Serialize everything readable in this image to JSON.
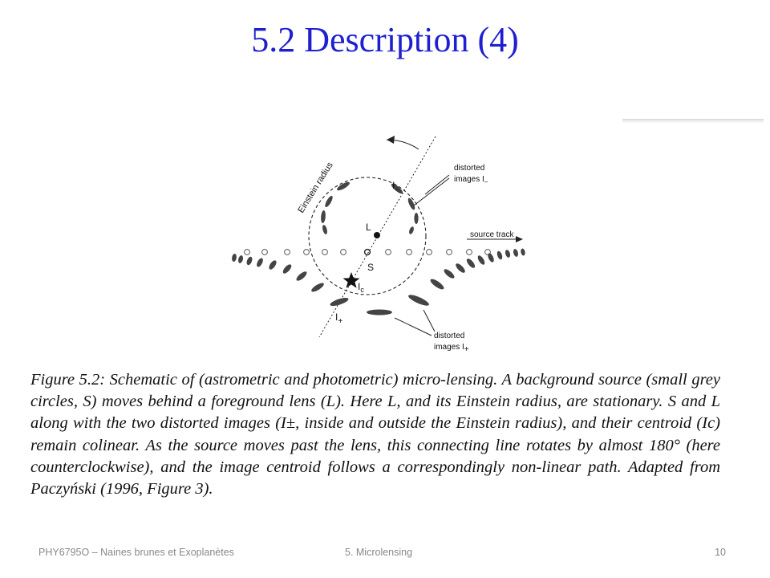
{
  "slide": {
    "title": "5.2 Description (4)",
    "footer_course": "PHY6795O – Naines brunes et Exoplanètes",
    "footer_section": "5. Microlensing",
    "footer_page": "10"
  },
  "figure": {
    "labels": {
      "einstein_radius": "Einstein radius",
      "distorted_images_minus": [
        "distorted",
        "images I"
      ],
      "distorted_images_minus_sub": "–",
      "source_track": "source track",
      "lens": "L",
      "source": "S",
      "centroid": "I",
      "centroid_sub": "c",
      "image_plus": "I",
      "image_plus_sub": "+",
      "image_minus": "I",
      "image_minus_sub": "–",
      "distorted_images_plus": [
        "distorted",
        "images I"
      ],
      "distorted_images_plus_sub": "+"
    },
    "caption": "Figure 5.2: Schematic of (astrometric and photometric) micro-lensing. A background source (small grey circles, S) moves behind a foreground lens (L). Here L, and its Einstein radius, are stationary. S and L along with the two distorted images (I±, inside and outside the Einstein radius), and their centroid (Ic) remain colinear. As the source moves past the lens, this connecting line rotates by almost 180° (here counterclockwise), and the image centroid follows a correspondingly non-linear path. Adapted from Paczyński (1996, Figure 3)."
  },
  "colors": {
    "title": "#1f1fd0",
    "footer": "#888888",
    "ink": "#111111",
    "image_blobs": "#444444"
  }
}
